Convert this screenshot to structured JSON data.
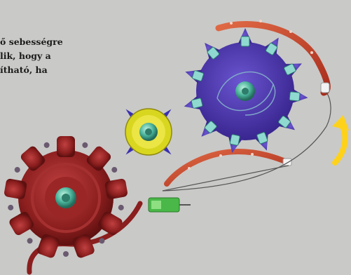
{
  "caption": {
    "line1": "ő sebességre",
    "line2": "lik, hogy a",
    "line3": "ítható, ha"
  },
  "colors": {
    "background": "#c9c9c7",
    "red_gear": "#8b1e1e",
    "blue_gear": "#4a35a6",
    "yellow_gear": "#d9d61f",
    "rim_arc": "#c0452c",
    "rotation_arrow": "#ffd21a",
    "connector": "#49b848"
  },
  "icons": [
    "escapement-wheel-icon",
    "pinion-gear-icon",
    "drive-gear-icon",
    "curved-arrow-icon"
  ]
}
